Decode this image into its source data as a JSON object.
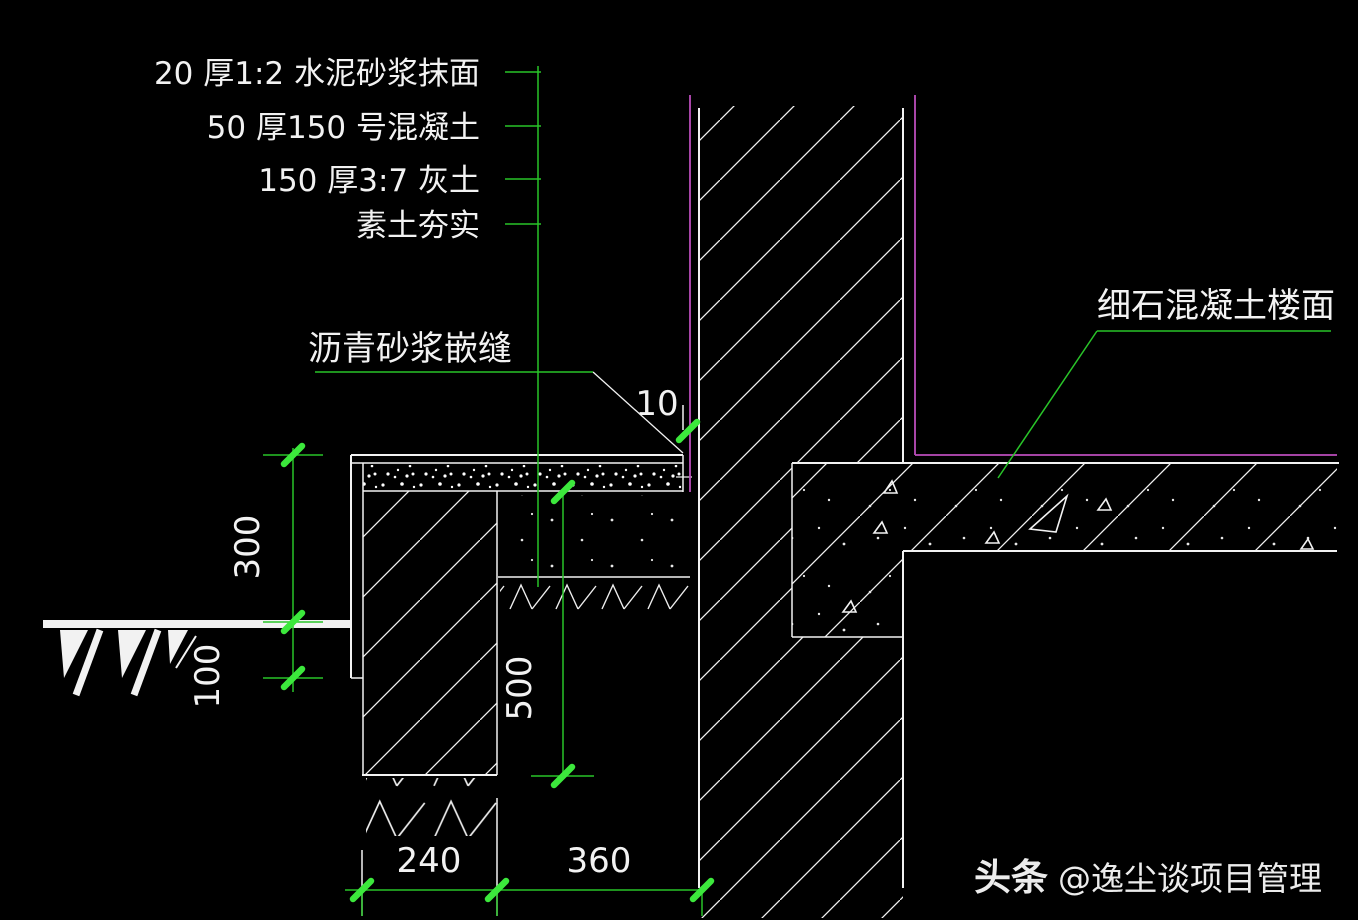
{
  "drawing": {
    "notes": {
      "lines": [
        "20 厚1:2 水泥砂浆抹面",
        "50 厚150 号混凝土",
        "150 厚3:7 灰土",
        "素土夯实"
      ]
    },
    "labels": {
      "joint_seal": "沥青砂浆嵌缝",
      "slab": "细石混凝土楼面"
    },
    "dims": {
      "joint_width": "10",
      "plinth_height": "300",
      "grade_offset": "100",
      "foundation_depth": "500",
      "footing_width": "240",
      "floor_span": "360"
    },
    "watermark": {
      "brand": "头条",
      "handle": "@逸尘谈项目管理"
    },
    "colors": {
      "background": "#000000",
      "drawing_line": "#f2f2f2",
      "dimension_green": "#29c429",
      "tick_green": "#3ce83c",
      "finish_magenta": "#bb4dbb"
    }
  }
}
